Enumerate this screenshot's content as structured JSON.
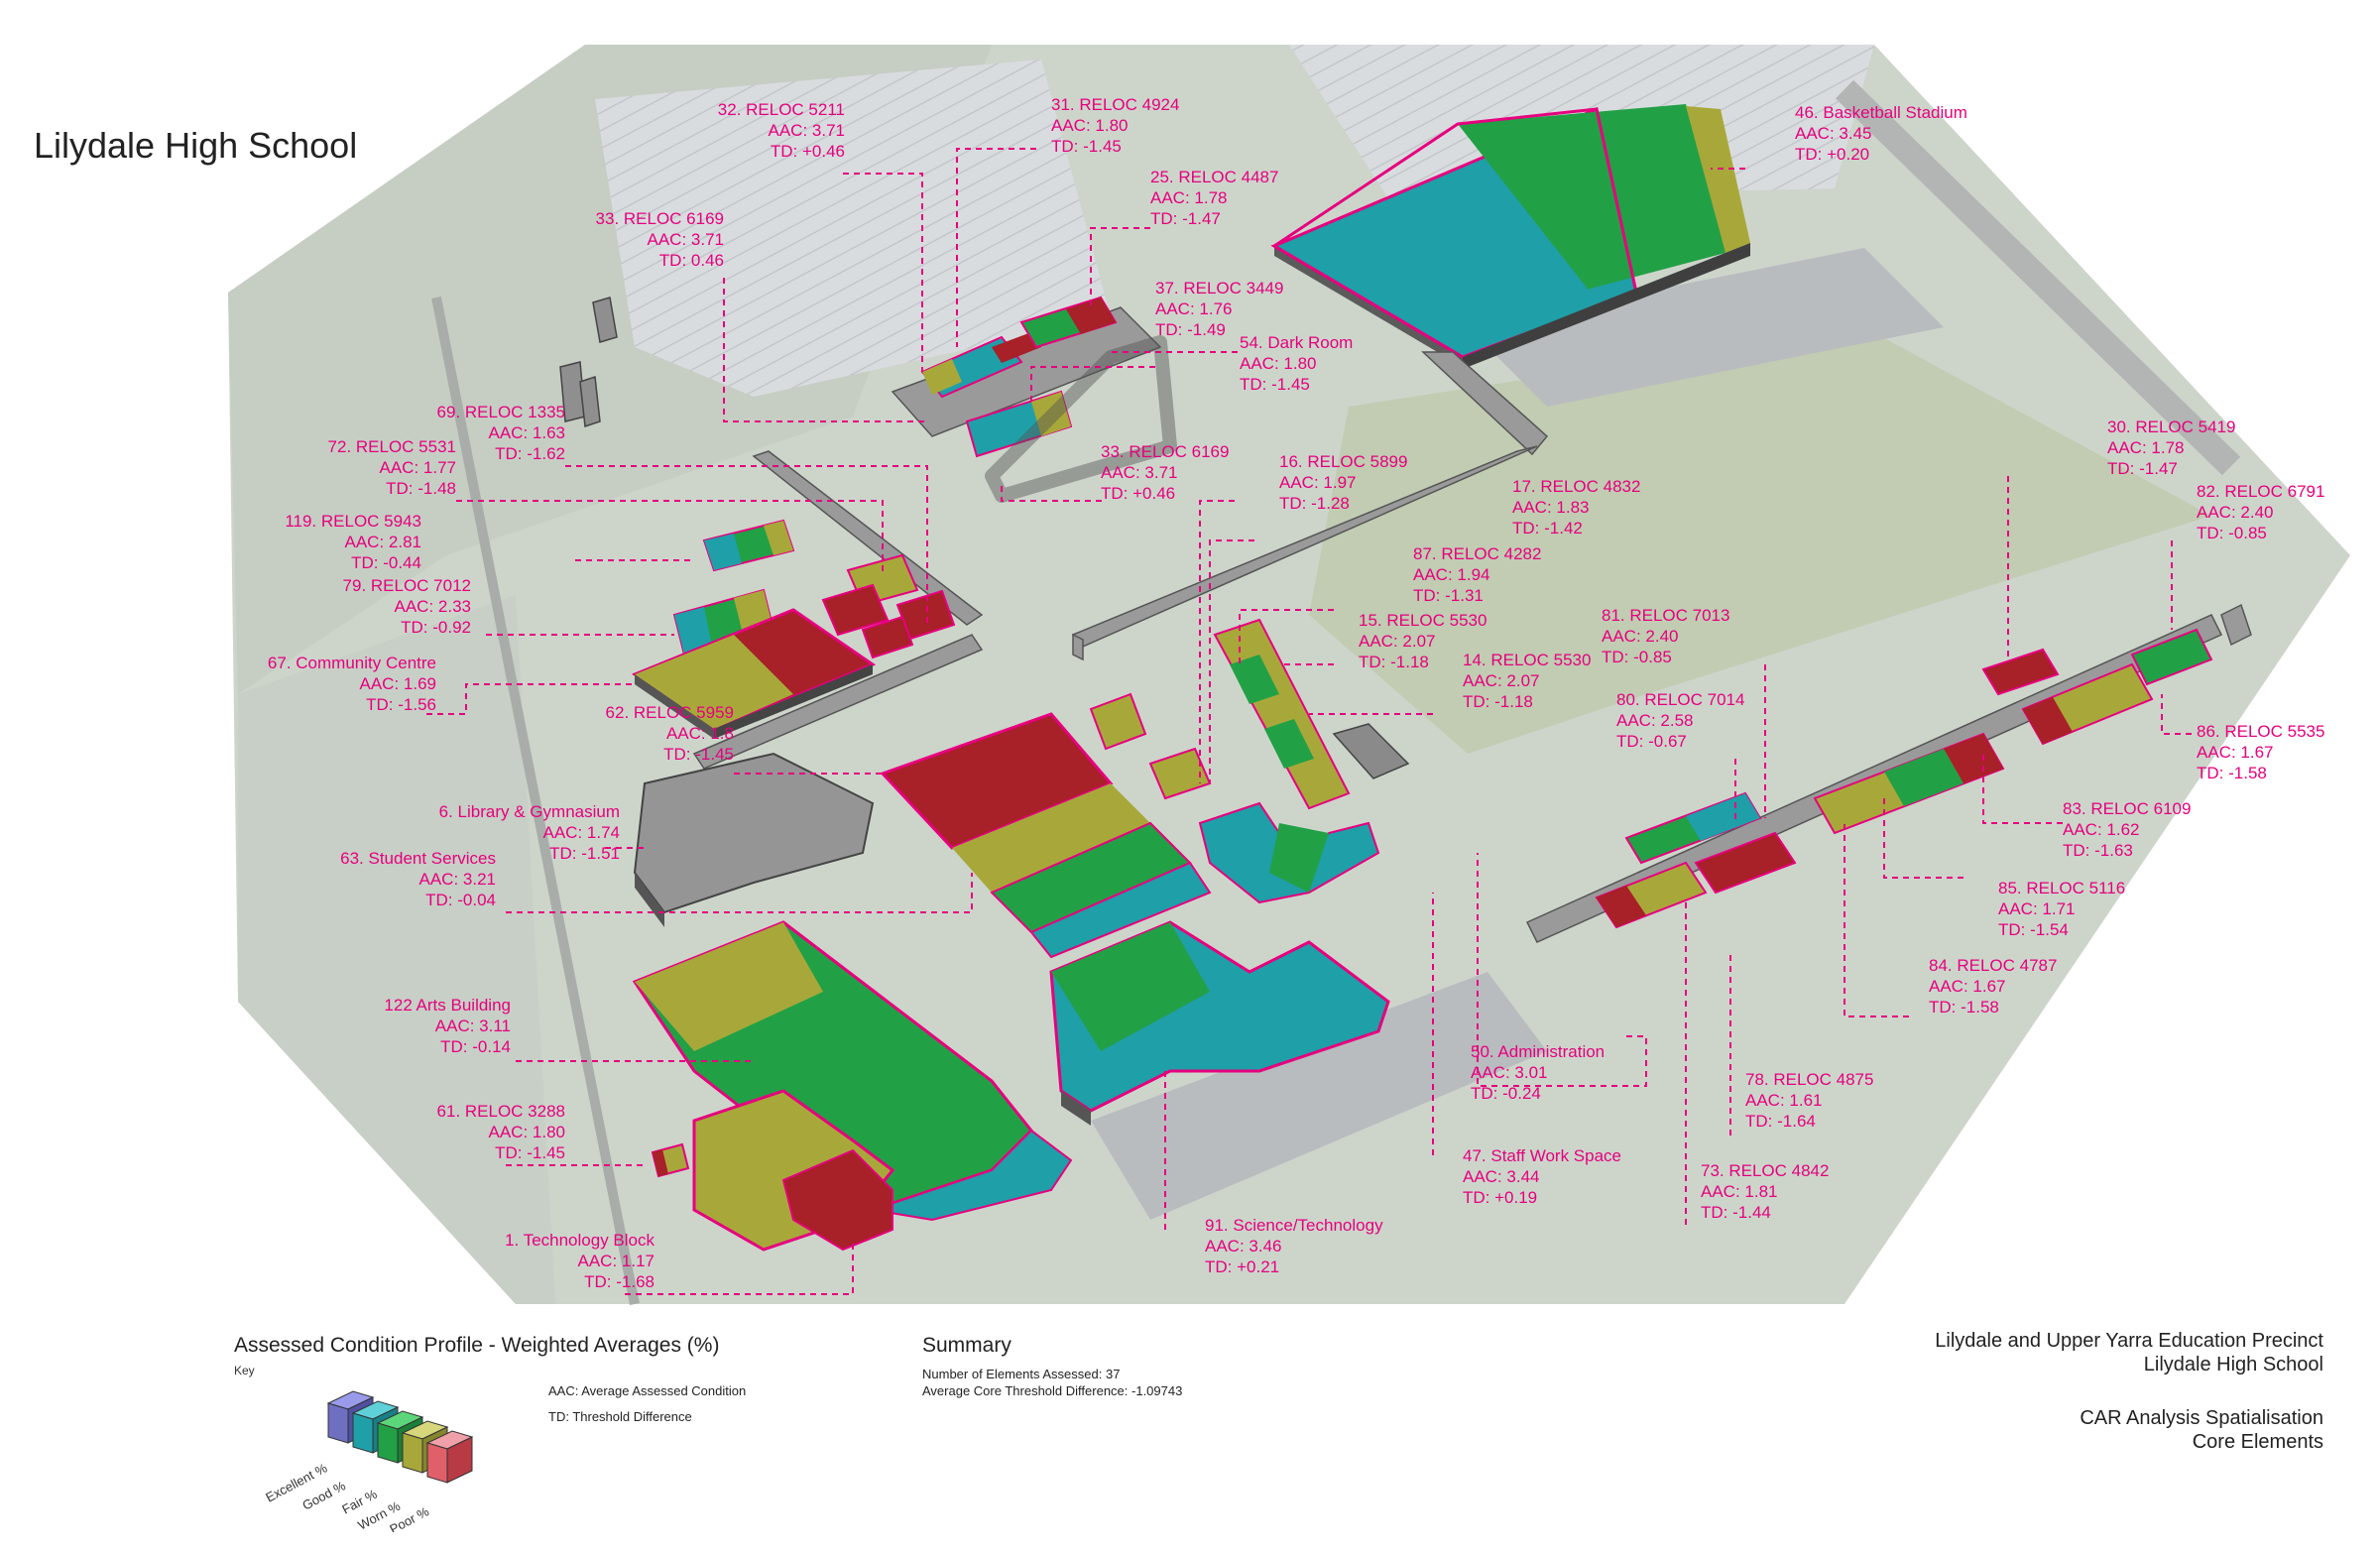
{
  "title": "Lilydale High School",
  "colors": {
    "excellent": "#6f6fc2",
    "good": "#1f9fa8",
    "fair": "#22a046",
    "worn": "#a8a83a",
    "poor": "#a82028",
    "grey": "#9a9a9a",
    "magenta": "#e6007e"
  },
  "labels": [
    {
      "id": "32",
      "name": "32. RELOC 5211",
      "aac": "AAC: 3.71",
      "td": "TD: +0.46"
    },
    {
      "id": "31",
      "name": "31. RELOC 4924",
      "aac": "AAC: 1.80",
      "td": "TD: -1.45"
    },
    {
      "id": "25",
      "name": "25. RELOC 4487",
      "aac": "AAC: 1.78",
      "td": "TD: -1.47"
    },
    {
      "id": "33a",
      "name": "33. RELOC 6169",
      "aac": "AAC: 3.71",
      "td": "TD: 0.46"
    },
    {
      "id": "37",
      "name": "37. RELOC 3449",
      "aac": "AAC: 1.76",
      "td": "TD: -1.49"
    },
    {
      "id": "54",
      "name": "54. Dark Room",
      "aac": "AAC: 1.80",
      "td": "TD: -1.45"
    },
    {
      "id": "46",
      "name": "46. Basketball Stadium",
      "aac": "AAC: 3.45",
      "td": "TD: +0.20"
    },
    {
      "id": "69",
      "name": "69. RELOC 1335",
      "aac": "AAC: 1.63",
      "td": "TD: -1.62"
    },
    {
      "id": "72",
      "name": "72. RELOC 5531",
      "aac": "AAC: 1.77",
      "td": "TD: -1.48"
    },
    {
      "id": "33b",
      "name": "33. RELOC 6169",
      "aac": "AAC: 3.71",
      "td": "TD: +0.46"
    },
    {
      "id": "16",
      "name": "16. RELOC 5899",
      "aac": "AAC: 1.97",
      "td": "TD: -1.28"
    },
    {
      "id": "17",
      "name": "17. RELOC 4832",
      "aac": "AAC: 1.83",
      "td": "TD: -1.42"
    },
    {
      "id": "30",
      "name": "30. RELOC 5419",
      "aac": "AAC: 1.78",
      "td": "TD: -1.47"
    },
    {
      "id": "82",
      "name": "82. RELOC 6791",
      "aac": "AAC: 2.40",
      "td": "TD: -0.85"
    },
    {
      "id": "119",
      "name": "119. RELOC 5943",
      "aac": "AAC: 2.81",
      "td": "TD: -0.44"
    },
    {
      "id": "79",
      "name": "79. RELOC 7012",
      "aac": "AAC: 2.33",
      "td": "TD: -0.92"
    },
    {
      "id": "87",
      "name": "87. RELOC 4282",
      "aac": "AAC: 1.94",
      "td": "TD: -1.31"
    },
    {
      "id": "15",
      "name": "15. RELOC 5530",
      "aac": "AAC: 2.07",
      "td": "TD: -1.18"
    },
    {
      "id": "81",
      "name": "81. RELOC 7013",
      "aac": "AAC: 2.40",
      "td": "TD: -0.85"
    },
    {
      "id": "67",
      "name": "67. Community Centre",
      "aac": "AAC: 1.69",
      "td": "TD: -1.56"
    },
    {
      "id": "14",
      "name": "14. RELOC 5530",
      "aac": "AAC: 2.07",
      "td": "TD: -1.18"
    },
    {
      "id": "80",
      "name": "80. RELOC 7014",
      "aac": "AAC: 2.58",
      "td": "TD: -0.67"
    },
    {
      "id": "62",
      "name": "62. RELOC 5959",
      "aac": "AAC: 1.8",
      "td": "TD: -1.45"
    },
    {
      "id": "86",
      "name": "86. RELOC 5535",
      "aac": "AAC: 1.67",
      "td": "TD: -1.58"
    },
    {
      "id": "6",
      "name": "6. Library & Gymnasium",
      "aac": "AAC: 1.74",
      "td": "TD: -1.51"
    },
    {
      "id": "83",
      "name": "83. RELOC 6109",
      "aac": "AAC: 1.62",
      "td": "TD: -1.63"
    },
    {
      "id": "63",
      "name": "63. Student Services",
      "aac": "AAC: 3.21",
      "td": "TD: -0.04"
    },
    {
      "id": "85",
      "name": "85. RELOC 5116",
      "aac": "AAC: 1.71",
      "td": "TD: -1.54"
    },
    {
      "id": "84",
      "name": "84. RELOC 4787",
      "aac": "AAC: 1.67",
      "td": "TD: -1.58"
    },
    {
      "id": "122",
      "name": "122 Arts Building",
      "aac": "AAC: 3.11",
      "td": "TD: -0.14"
    },
    {
      "id": "50",
      "name": "50. Administration",
      "aac": "AAC: 3.01",
      "td": "TD: -0.24"
    },
    {
      "id": "78",
      "name": "78. RELOC 4875",
      "aac": "AAC: 1.61",
      "td": "TD: -1.64"
    },
    {
      "id": "61",
      "name": "61. RELOC 3288",
      "aac": "AAC: 1.80",
      "td": "TD: -1.45"
    },
    {
      "id": "47",
      "name": "47. Staff Work Space",
      "aac": "AAC: 3.44",
      "td": "TD: +0.19"
    },
    {
      "id": "73",
      "name": "73. RELOC 4842",
      "aac": "AAC: 1.81",
      "td": "TD: -1.44"
    },
    {
      "id": "91",
      "name": "91. Science/Technology",
      "aac": "AAC: 3.46",
      "td": "TD: +0.21"
    },
    {
      "id": "1",
      "name": "1. Technology Block",
      "aac": "AAC: 1.17",
      "td": "TD: -1.68"
    }
  ],
  "legend": {
    "title": "Assessed Condition Profile - Weighted Averages (%)",
    "key_label": "Key",
    "aac_def": "AAC: Average Assessed Condition",
    "td_def": "TD: Threshold Difference",
    "categories": [
      "Excellent %",
      "Good %",
      "Fair %",
      "Worn %",
      "Poor %"
    ]
  },
  "summary": {
    "title": "Summary",
    "elements": "Number of Elements Assessed: 37",
    "avg": "Average Core Threshold Difference: -1.09743"
  },
  "precinct": {
    "line1": "Lilydale and Upper Yarra Education Precinct",
    "line2": "Lilydale High School",
    "line3": "CAR Analysis Spatialisation",
    "line4": "Core Elements"
  }
}
